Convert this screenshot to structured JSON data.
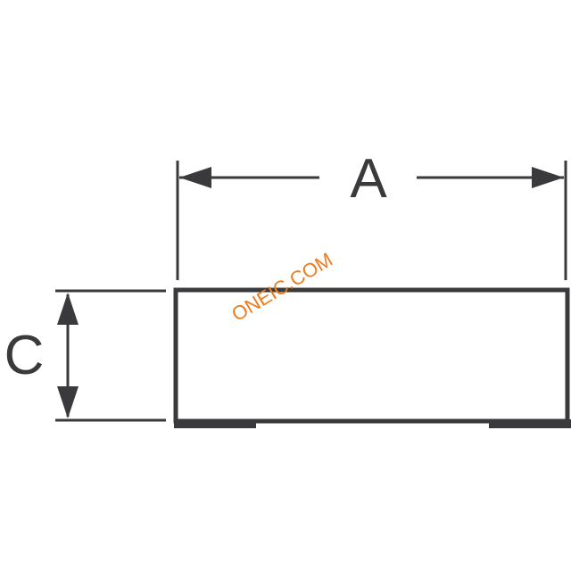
{
  "diagram": {
    "dimension_width_label": "A",
    "dimension_height_label": "C",
    "watermark": "ONEIC.COM",
    "colors": {
      "line": "#3a3a3c",
      "watermark": "#f07a1a",
      "background": "#ffffff"
    }
  }
}
